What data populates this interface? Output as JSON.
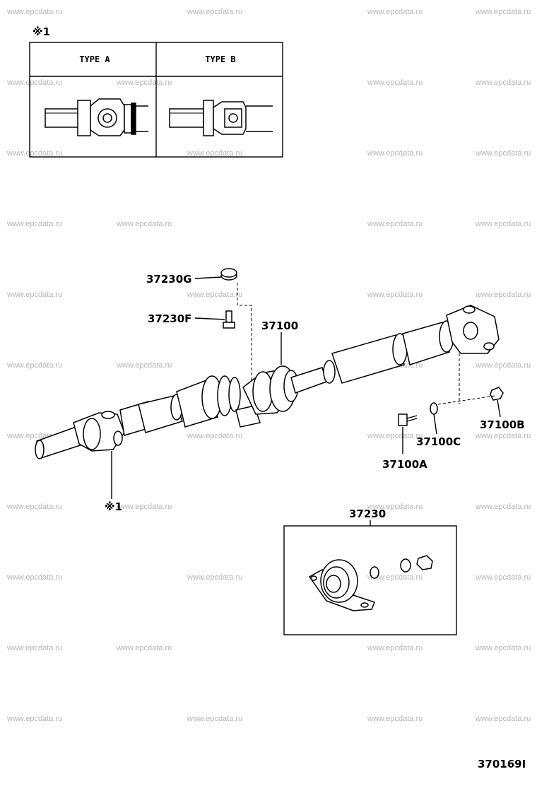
{
  "watermarks": [
    "www.epcdata.ru",
    "www.epcdata.ru",
    "www.epcdata.ru",
    "www.epcdata.ru",
    "www.epcdata.ru",
    "www.epcdata.ru",
    "www.epcdata.ru",
    "www.epcdata.ru",
    "www.epcdata.ru",
    "www.epcdata.ru",
    "www.epcdata.ru",
    "www.epcdata.ru",
    "www.epcdata.ru",
    "www.epcdata.ru",
    "www.epcdata.ru",
    "www.epcdata.ru",
    "www.epcdata.ru",
    "www.epcdata.ru",
    "www.epcdata.ru",
    "www.epcdata.ru",
    "www.epcdata.ru",
    "www.epcdata.ru",
    "www.epcdata.ru",
    "www.epcdata.ru",
    "www.epcdata.ru",
    "www.epcdata.ru",
    "www.epcdata.ru",
    "www.epcdata.ru",
    "www.epcdata.ru",
    "www.epcdata.ru",
    "www.epcdata.ru",
    "www.epcdata.ru",
    "www.epcdata.ru",
    "www.epcdata.ru",
    "www.epcdata.ru",
    "www.epcdata.ru",
    "www.epcdata.ru",
    "www.epcdata.ru",
    "www.epcdata.ru",
    "www.epcdata.ru",
    "www.epcdata.ru",
    "www.epcdata.ru",
    "www.epcdata.ru",
    "www.epcdata.ru"
  ],
  "note_mark": "※1",
  "type_table": {
    "type_a": "TYPE A",
    "type_b": "TYPE B"
  },
  "callouts": {
    "c37230G": "37230G",
    "c37230F": "37230F",
    "c37100": "37100",
    "c37100B": "37100B",
    "c37100C": "37100C",
    "c37100A": "37100A",
    "shaft_note": "※1",
    "c37230": "37230"
  },
  "diagram_code": "370169I"
}
